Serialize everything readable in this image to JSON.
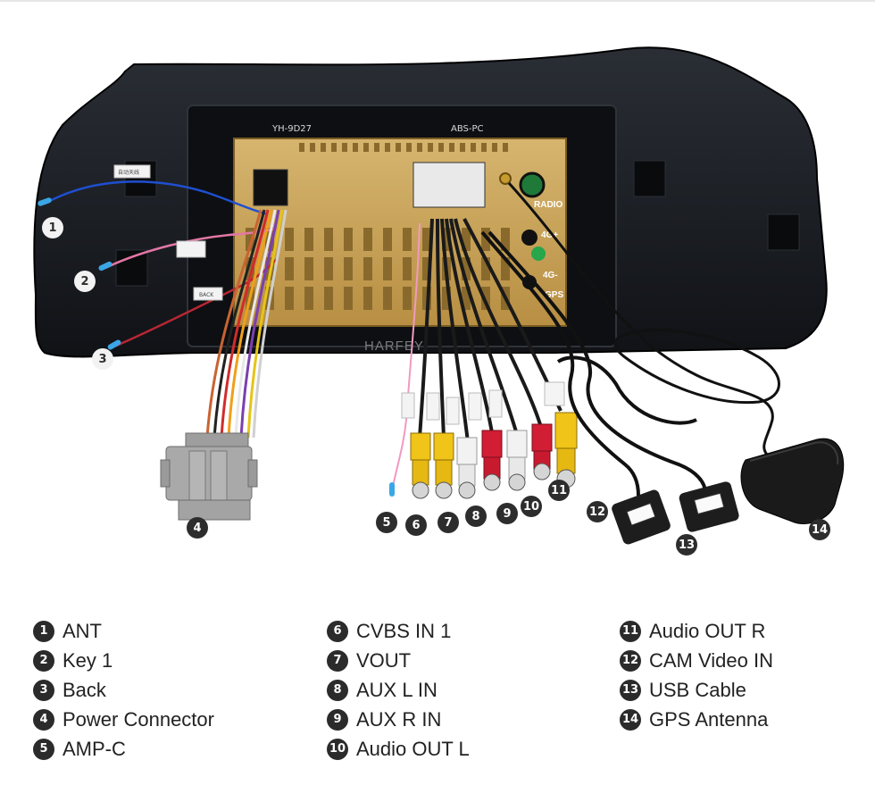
{
  "image": {
    "brand_watermark": "HARFEY",
    "panel_labels": [
      "YH-9D27",
      "ABS-PC"
    ],
    "port_labels": [
      "RADIO",
      "4G+",
      "4G-",
      "GPS"
    ],
    "wire_tags": [
      "自动天线",
      "BACK"
    ]
  },
  "callouts": [
    "1",
    "2",
    "3",
    "4",
    "5",
    "6",
    "7",
    "8",
    "9",
    "10",
    "11",
    "12",
    "13",
    "14"
  ],
  "legend": {
    "column1": [
      {
        "num": "1",
        "label": "ANT"
      },
      {
        "num": "2",
        "label": "Key 1"
      },
      {
        "num": "3",
        "label": "Back"
      },
      {
        "num": "4",
        "label": "Power Connector"
      },
      {
        "num": "5",
        "label": "AMP-C"
      }
    ],
    "column2": [
      {
        "num": "6",
        "label": "CVBS IN 1"
      },
      {
        "num": "7",
        "label": "VOUT"
      },
      {
        "num": "8",
        "label": "AUX L IN"
      },
      {
        "num": "9",
        "label": "AUX R IN"
      },
      {
        "num": "10",
        "label": "Audio OUT L"
      }
    ],
    "column3": [
      {
        "num": "11",
        "label": "Audio OUT R"
      },
      {
        "num": "12",
        "label": "CAM Video IN"
      },
      {
        "num": "13",
        "label": "USB Cable"
      },
      {
        "num": "14",
        "label": "GPS Antenna"
      }
    ]
  },
  "colors": {
    "frame": "#15181d",
    "gold": "#c8a45c",
    "rca_yellow": "#f0c419",
    "rca_white": "#f2f2f2",
    "rca_red": "#d21e35",
    "marker": "#2b2b2b"
  }
}
